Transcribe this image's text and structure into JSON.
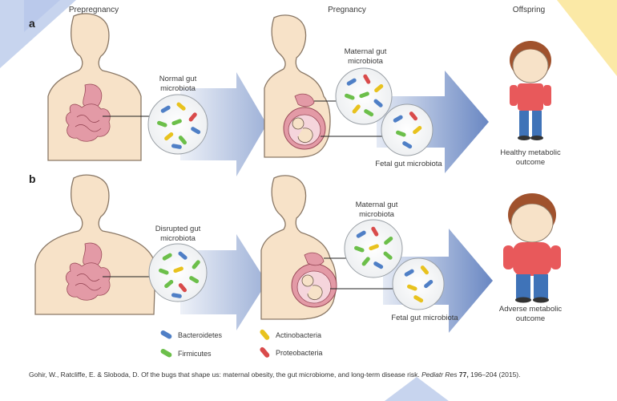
{
  "header": {
    "col_prepregnancy": "Prepregnancy",
    "col_pregnancy": "Pregnancy",
    "col_offspring": "Offspring"
  },
  "panel_a": {
    "letter": "a",
    "maternal_gut_line1": "Normal gut",
    "maternal_gut_line2": "microbiota",
    "pregnancy_gut_line1": "Maternal gut",
    "pregnancy_gut_line2": "microbiota",
    "fetal_gut": "Fetal gut microbiota",
    "outcome_line1": "Healthy metabolic",
    "outcome_line2": "outcome"
  },
  "panel_b": {
    "letter": "b",
    "maternal_gut_line1": "Disrupted gut",
    "maternal_gut_line2": "microbiota",
    "pregnancy_gut_line1": "Maternal gut",
    "pregnancy_gut_line2": "microbiota",
    "fetal_gut": "Fetal gut microbiota",
    "outcome_line1": "Adverse metabolic",
    "outcome_line2": "outcome"
  },
  "legend": [
    {
      "label": "Bacteroidetes",
      "color": "#4f7fc6"
    },
    {
      "label": "Firmicutes",
      "color": "#6cbf4a"
    },
    {
      "label": "Actinobacteria",
      "color": "#e8c21e"
    },
    {
      "label": "Proteobacteria",
      "color": "#d94b4b"
    }
  ],
  "citation": {
    "authors": "Gohir, W., Ratcliffe, E. & Sloboda, D. Of the bugs that shape us: maternal obesity, the gut microbiome, and long-term disease risk.",
    "journal": "Pediatr Res",
    "volume": "77,",
    "pages": "196–204 (2015)."
  },
  "colors": {
    "skin": "#f7e2c8",
    "body_outline": "#8a7866",
    "arrow": "#4f72b8",
    "gut": "#e39aa6",
    "hair": "#a0522d",
    "shirt": "#e8595b",
    "pants": "#3f73b8"
  }
}
